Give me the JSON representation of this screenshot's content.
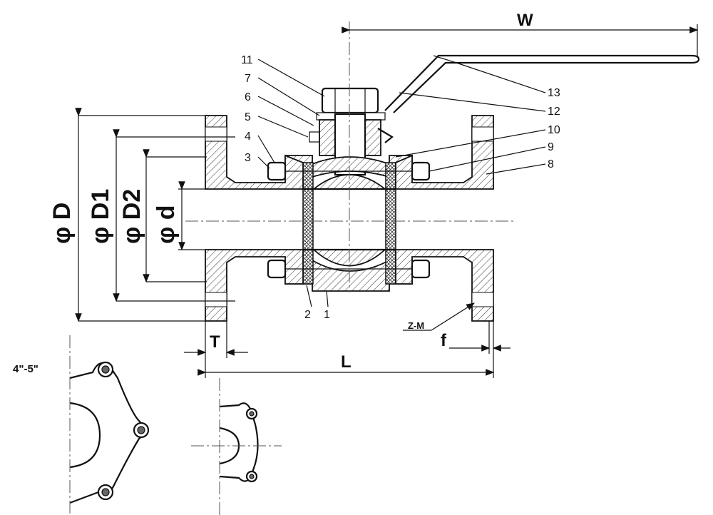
{
  "dimensions": {
    "W": "W",
    "T": "T",
    "L": "L",
    "f": "f",
    "phiD": "φ D",
    "phiD1": "φ D1",
    "phiD2": "φ D2",
    "phid": "φ d",
    "bolts": "Z-M"
  },
  "parts": [
    "1",
    "2",
    "3",
    "4",
    "5",
    "6",
    "7",
    "8",
    "9",
    "10",
    "11",
    "12",
    "13"
  ],
  "detail_label": "4\"-5\""
}
